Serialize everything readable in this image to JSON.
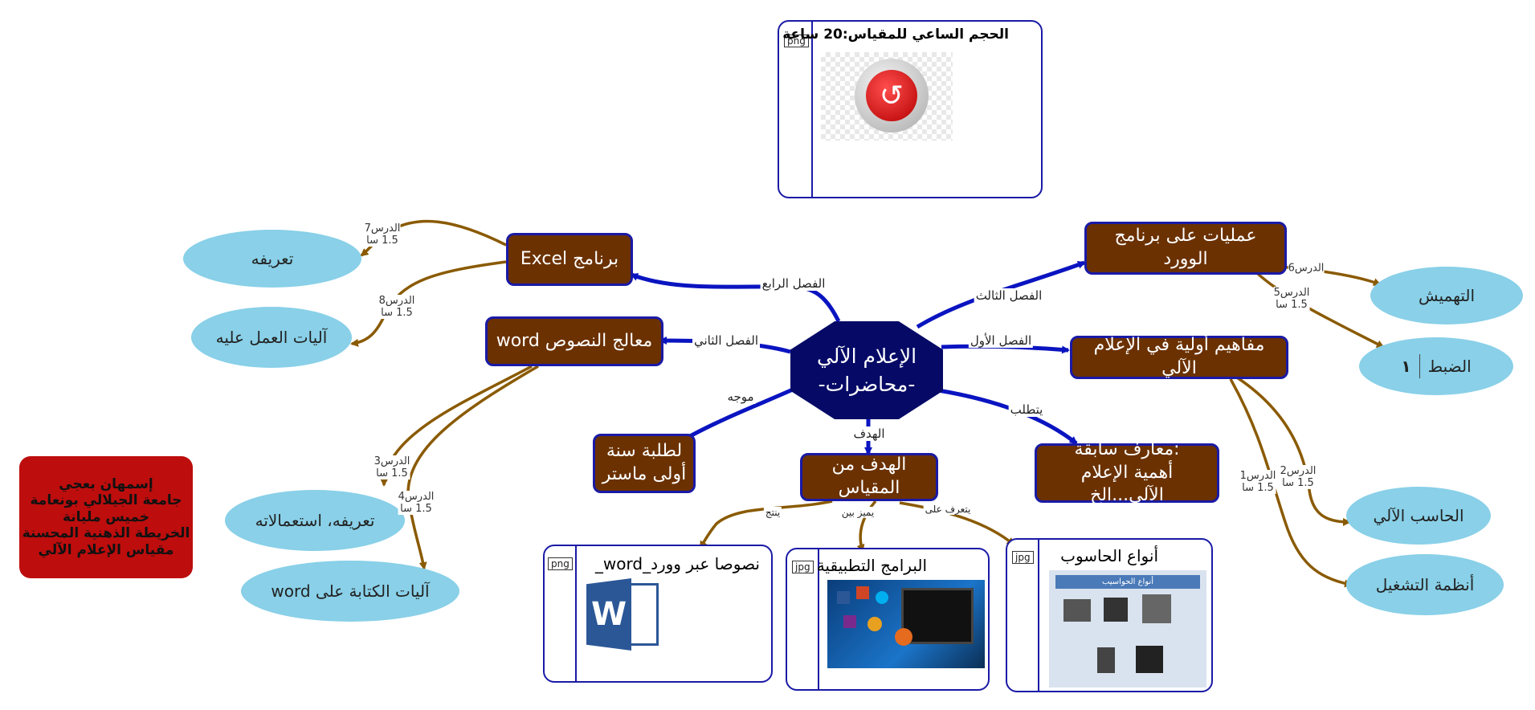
{
  "central": {
    "line1": "الإعلام الآلي",
    "line2": "-محاضرات-"
  },
  "topics": {
    "excel": "برنامج Excel",
    "word": "معالج النصوص word",
    "word_ops": "عمليات على برنامج الوورد",
    "concepts": "مفاهيم أولية في الإعلام الآلي",
    "students": {
      "line1": "لطلبة سنة",
      "line2": "أولى ماستر"
    },
    "goal": "الهدف من المقياس",
    "prereq": {
      "line1": ":معارف سابقة",
      "line2": "أهمية الإعلام الآلي...الخ"
    }
  },
  "leaves": {
    "def_excel": "تعريفه",
    "mech_excel": "آليات العمل عليه",
    "def_word": "تعريفه، استعمالاته",
    "mech_word": "آليات الكتابة على word",
    "margins": "التهميش",
    "control": "الضبط",
    "computer": "الحاسب الآلي",
    "os": "أنظمة التشغيل"
  },
  "control_badge": "١",
  "edge_labels": {
    "ch4": "الفصل الرابع",
    "ch3": "الفصل الثالث",
    "ch2": "الفصل الثاني",
    "ch1": "الفصل الأول",
    "directed": "موجه",
    "goal": "الهدف",
    "requires": "يتطلب",
    "produces": "ينتج",
    "distinguishes": "يميز بين",
    "recognizes": "يتعرف على"
  },
  "lessons": {
    "l7": {
      "title": "الدرس7",
      "hours": "1.5 سا"
    },
    "l8": {
      "title": "الدرس8",
      "hours": "1.5 سا"
    },
    "l3": {
      "title": "الدرس3",
      "hours": "1.5 سا"
    },
    "l4": {
      "title": "الدرس4",
      "hours": "1.5 سا"
    },
    "l6": {
      "title": "الدرس6"
    },
    "l5": {
      "title": "الدرس5",
      "hours": "1.5 سا"
    },
    "l1": {
      "title": "الدرس1",
      "hours": "1.5 سا"
    },
    "l2": {
      "title": "الدرس2",
      "hours": "1.5 سا"
    }
  },
  "cards": {
    "hours": {
      "title": "الحجم الساعي للمقياس:20 ساعة",
      "tag": "png"
    },
    "word_text": {
      "title": "نصوصا عبر وورد_word_",
      "tag": "png"
    },
    "apps": {
      "title": "البرامج التطبيقية",
      "tag": "jpg"
    },
    "types": {
      "title": "أنواع الحاسوب",
      "tag": "jpg",
      "image_header": "أنواع الحواسيب"
    }
  },
  "note": {
    "line1": "إسمهان بعجي",
    "line2": "جامعة الجيلالي بونعامة",
    "line3": "خميس مليانة",
    "line4": "الخريطة الذهنية المحسنة",
    "line5": "مقياس الإعلام الآلي"
  },
  "colors": {
    "topic_fill": "#6b3100",
    "border_blue": "#1a1aa6",
    "central_fill": "#060a66",
    "leaf_fill": "#89d0e8",
    "brown_link": "#8a5a00",
    "blue_link": "#0a14c0",
    "note_fill": "#bd0d0d"
  }
}
